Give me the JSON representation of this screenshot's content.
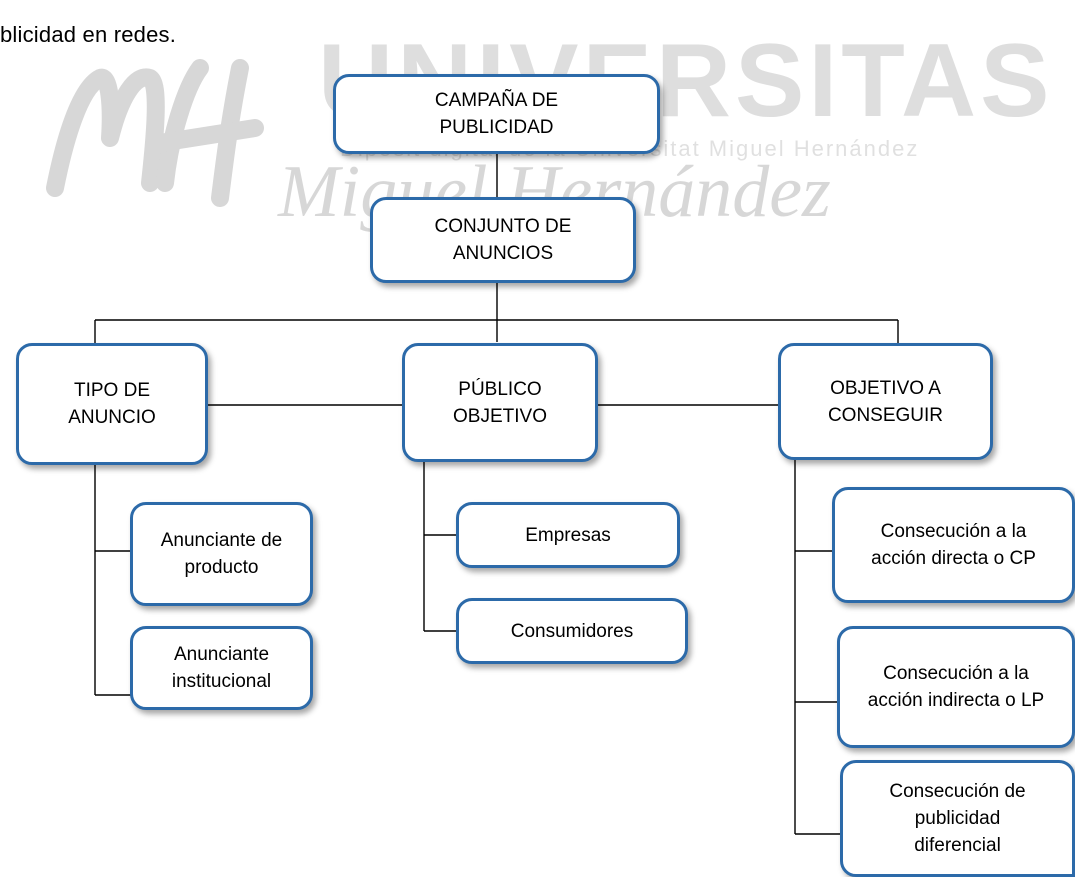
{
  "top_text": "blicidad en redes.",
  "watermark": {
    "title": "UNIVERSITAS",
    "subtitle": "Miguel Hernández",
    "small_text": "Dipòsit digital de la Universitat Miguel Hernández"
  },
  "nodes": {
    "campaign": "CAMPAÑA DE PUBLICIDAD",
    "conjunto": "CONJUNTO DE ANUNCIOS",
    "tipo": "TIPO DE ANUNCIO",
    "publico": "PÚBLICO OBJETIVO",
    "objetivo": "OBJETIVO A CONSEGUIR",
    "anunciante_producto": "Anunciante de producto",
    "anunciante_institucional": "Anunciante institucional",
    "empresas": "Empresas",
    "consumidores": "Consumidores",
    "accion_directa": "Consecución a la acción directa o CP",
    "accion_indirecta": "Consecución a la acción indirecta o LP",
    "publicidad_diferencial": "Consecución de publicidad diferencial"
  },
  "colors": {
    "box_border": "#2c6aa9",
    "line": "#000000",
    "watermark": "#c4c4c4"
  }
}
